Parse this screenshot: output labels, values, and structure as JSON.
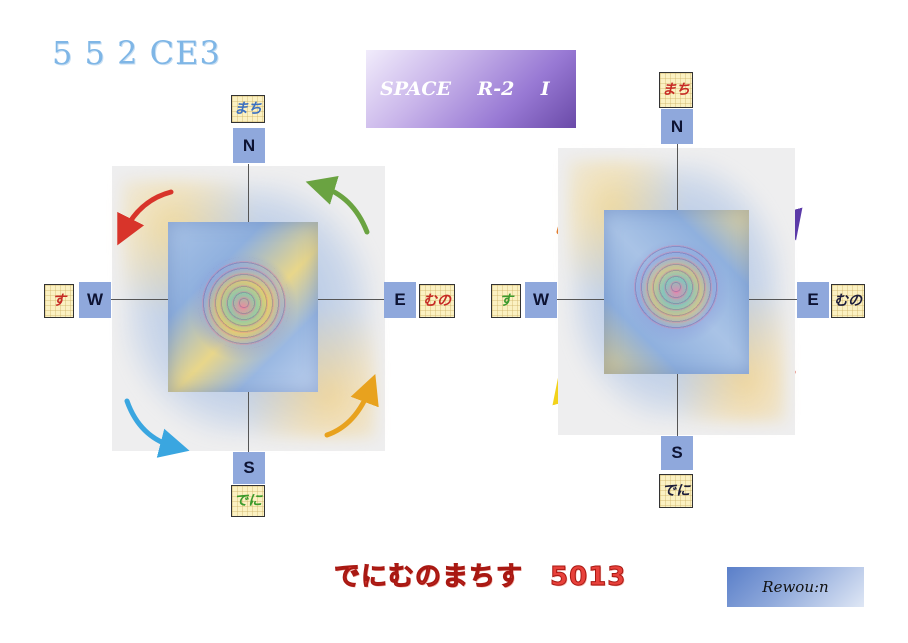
{
  "title": "5 5 2 CE3",
  "banner": {
    "label": "SPACE    R-2    I"
  },
  "left_diagram": {
    "north": {
      "letter": "N",
      "kana": "まち"
    },
    "south": {
      "letter": "S",
      "kana": "でに"
    },
    "west": {
      "letter": "W",
      "kana": "す"
    },
    "east": {
      "letter": "E",
      "kana": "むの"
    },
    "arrow_colors": {
      "top_left": "#d8342a",
      "top_right": "#6aa341",
      "bottom_left": "#3aa6e0",
      "bottom_right": "#e8a21e"
    }
  },
  "right_diagram": {
    "north": {
      "letter": "N",
      "kana": "まち"
    },
    "south": {
      "letter": "S",
      "kana": "でに"
    },
    "west": {
      "letter": "W",
      "kana": "す"
    },
    "east": {
      "letter": "E",
      "kana": "むの"
    },
    "arrow_colors": {
      "top_left": "#e27a2c",
      "top_right": "#5b3aa8",
      "bottom_left": "#f2d21a",
      "bottom_right": "#d23a2a"
    }
  },
  "footer": {
    "text": "でにむのまちす　5013"
  },
  "credit": {
    "label": "Rewou:n"
  }
}
